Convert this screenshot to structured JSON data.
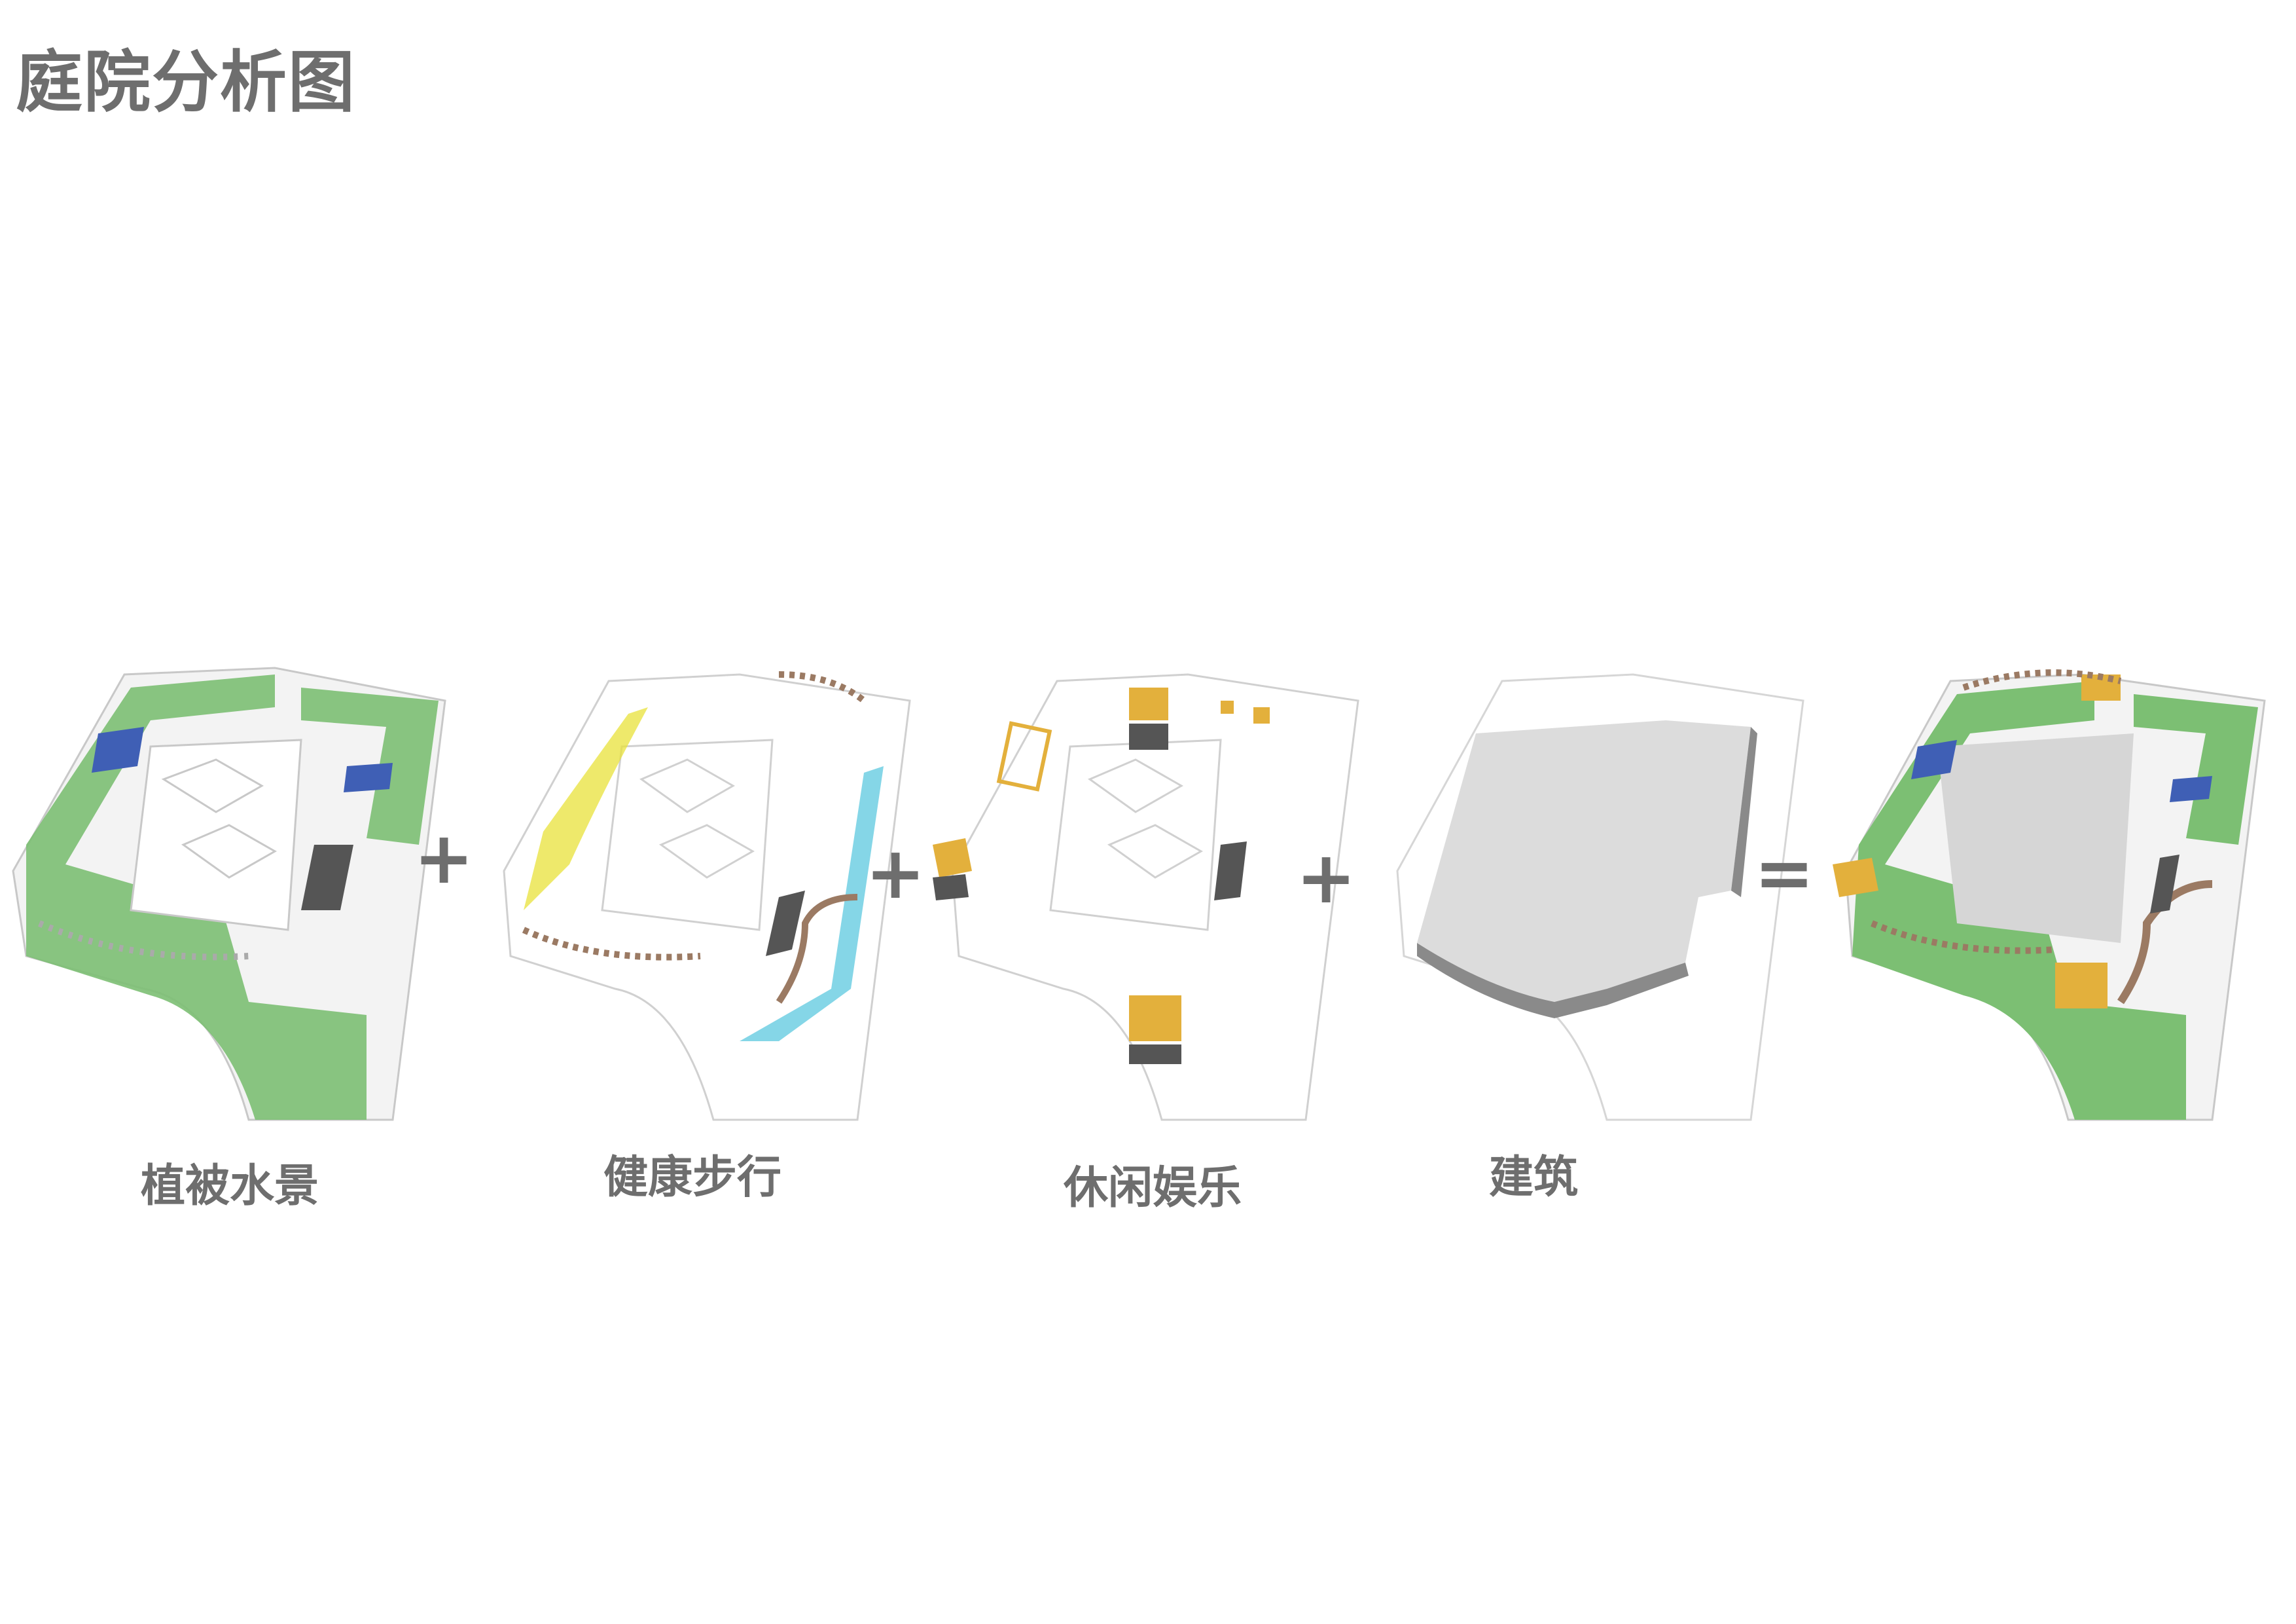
{
  "title": "庭院分析图",
  "panels": [
    {
      "id": "vegetation",
      "label": "植被水景"
    },
    {
      "id": "walking",
      "label": "健康步行"
    },
    {
      "id": "leisure",
      "label": "休闲娱乐"
    },
    {
      "id": "building",
      "label": "建筑"
    },
    {
      "id": "combined",
      "label": ""
    }
  ],
  "operators": [
    "+",
    "+",
    "+",
    "="
  ],
  "colors": {
    "vegetation": "#7cbf73",
    "water": "#3f5fb5",
    "path_yellow": "#e8e23a",
    "path_cyan": "#5cc8df",
    "stone": "#9b7a63",
    "leisure": "#e3b03c",
    "building": "#d6d6d6",
    "outline": "#c8c8c8",
    "dark": "#555555"
  }
}
